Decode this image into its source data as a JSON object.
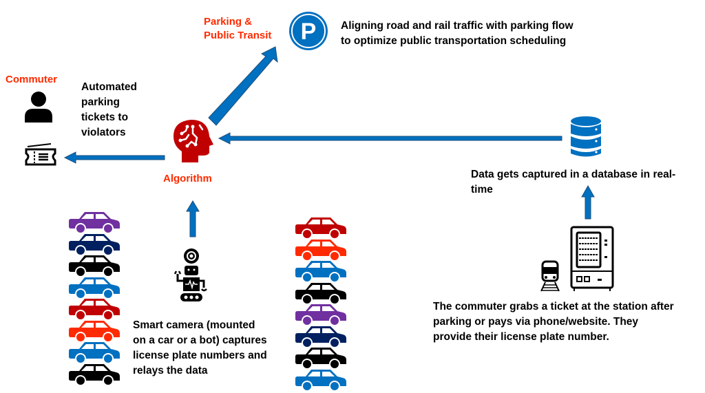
{
  "nodes": {
    "commuter": {
      "label": "Commuter"
    },
    "algorithm": {
      "label": "Algorithm"
    },
    "parking_transit": {
      "label_line1": "Parking &",
      "label_line2": "Public Transit"
    }
  },
  "descriptions": {
    "tickets": [
      "Automated",
      "parking",
      "tickets to",
      "violators"
    ],
    "transit": [
      "Aligning road and rail traffic with parking flow",
      "to optimize public transportation scheduling"
    ],
    "database": [
      "Data gets captured in a database in real-",
      "time"
    ],
    "station": [
      "The commuter grabs a ticket at the station after",
      "parking or pays via phone/website. They",
      "provide their license plate number."
    ],
    "camera": [
      "Smart camera (mounted",
      "on a car or a bot) captures",
      "license plate numbers and",
      "relays the data"
    ]
  },
  "icons": {
    "commuter": "person-icon",
    "ticket": "ticket-icon",
    "algorithm": "ai-head-icon",
    "parking": "parking-icon",
    "database": "database-icon",
    "train": "train-icon",
    "kiosk": "ticket-machine-icon",
    "robot": "robot-camera-icon",
    "parking_sign_letter": "P"
  },
  "colors": {
    "accent_red": "#ff2a00",
    "arrow_blue": "#0070c0",
    "arrow_edge": "#1f4e79",
    "algorithm_red": "#c00000"
  },
  "car_columns": {
    "left": [
      "#7030a0",
      "#002060",
      "#000000",
      "#0070c0",
      "#c00000",
      "#ff2a00",
      "#0070c0",
      "#000000"
    ],
    "right": [
      "#c00000",
      "#ff2a00",
      "#0070c0",
      "#000000",
      "#7030a0",
      "#002060",
      "#000000",
      "#0070c0"
    ]
  }
}
